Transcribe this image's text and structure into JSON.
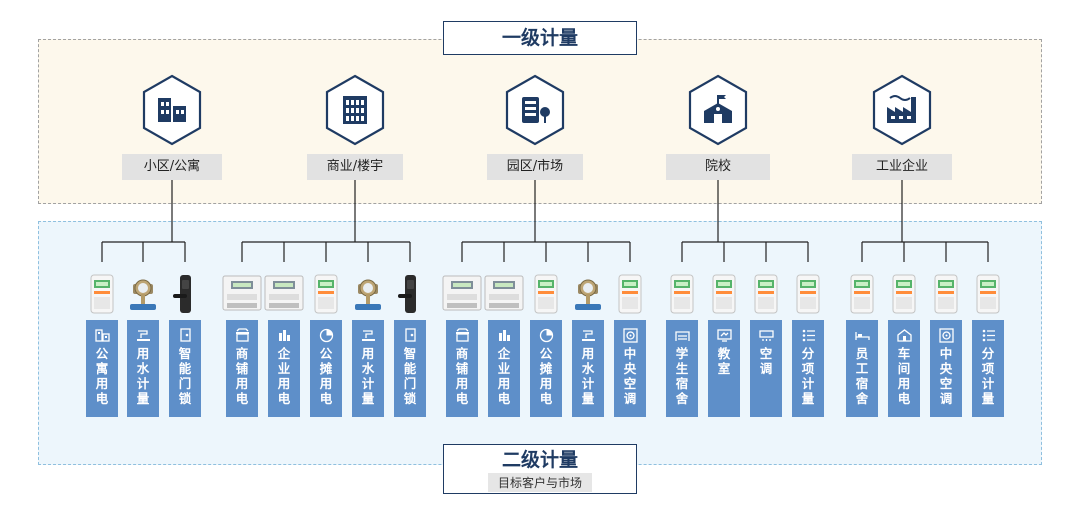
{
  "level1_title": "一级计量",
  "level2_title": "二级计量",
  "level2_subtitle": "目标客户与市场",
  "categories": [
    {
      "label": "小区/公寓",
      "icon": "residential-building-icon",
      "items": [
        {
          "text": "公寓用电",
          "device": "electric-meter",
          "icon": "apartment-icon"
        },
        {
          "text": "用水计量",
          "device": "water-meter",
          "icon": "water-tap-icon"
        },
        {
          "text": "智能门锁",
          "device": "smart-lock",
          "icon": "door-lock-icon"
        }
      ]
    },
    {
      "label": "商业/楼宇",
      "icon": "office-tower-icon",
      "items": [
        {
          "text": "商铺用电",
          "device": "three-phase-meter",
          "icon": "shop-icon"
        },
        {
          "text": "企业用电",
          "device": "three-phase-meter",
          "icon": "enterprise-icon"
        },
        {
          "text": "公摊用电",
          "device": "electric-meter",
          "icon": "pie-share-icon"
        },
        {
          "text": "用水计量",
          "device": "water-meter",
          "icon": "water-tap-icon"
        },
        {
          "text": "智能门锁",
          "device": "smart-lock",
          "icon": "door-lock-icon"
        }
      ]
    },
    {
      "label": "园区/市场",
      "icon": "park-building-icon",
      "items": [
        {
          "text": "商铺用电",
          "device": "three-phase-meter",
          "icon": "shop-icon"
        },
        {
          "text": "企业用电",
          "device": "three-phase-meter",
          "icon": "enterprise-icon"
        },
        {
          "text": "公摊用电",
          "device": "electric-meter",
          "icon": "pie-share-icon"
        },
        {
          "text": "用水计量",
          "device": "water-meter",
          "icon": "water-tap-icon"
        },
        {
          "text": "中央空调",
          "device": "electric-meter",
          "icon": "central-ac-icon"
        }
      ]
    },
    {
      "label": "院校",
      "icon": "school-icon",
      "items": [
        {
          "text": "学生宿舍",
          "device": "electric-meter",
          "icon": "dormitory-icon"
        },
        {
          "text": "教室",
          "device": "electric-meter",
          "icon": "classroom-icon"
        },
        {
          "text": "空调",
          "device": "electric-meter",
          "icon": "air-conditioner-icon"
        },
        {
          "text": "分项计量",
          "device": "electric-meter",
          "icon": "list-icon"
        }
      ]
    },
    {
      "label": "工业企业",
      "icon": "factory-icon",
      "items": [
        {
          "text": "员工宿舍",
          "device": "electric-meter",
          "icon": "bed-icon"
        },
        {
          "text": "车间用电",
          "device": "electric-meter",
          "icon": "workshop-icon"
        },
        {
          "text": "中央空调",
          "device": "electric-meter",
          "icon": "central-ac-icon"
        },
        {
          "text": "分项计量",
          "device": "electric-meter",
          "icon": "list-icon"
        }
      ]
    }
  ],
  "colors": {
    "navy": "#1f3b63",
    "bar_blue": "#5e8fc9",
    "zone1_bg": "#fdf8ec",
    "zone2_bg": "#edf6fc",
    "label_gray": "#e2e2e2"
  }
}
